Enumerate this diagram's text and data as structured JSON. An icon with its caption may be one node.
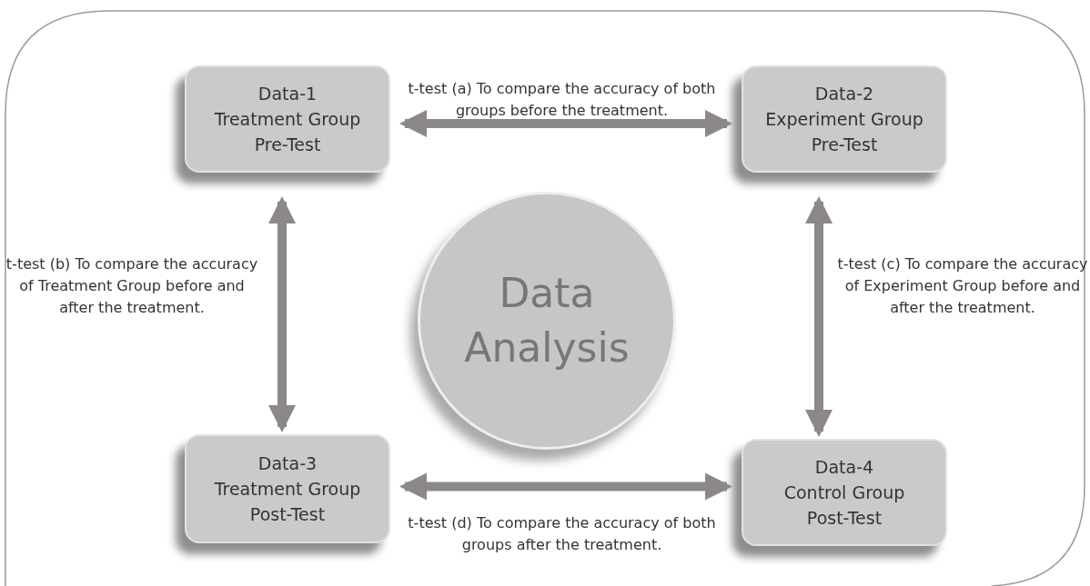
{
  "diagram": {
    "nodes": [
      {
        "text": [
          "Data-1",
          "Treatment Group",
          "Pre-Test"
        ]
      },
      {
        "text": [
          "Data-2",
          "Experiment Group",
          "Pre-Test"
        ]
      },
      {
        "text": [
          "Data Analysis"
        ]
      },
      {
        "text": [
          "Data-3",
          "Treatment Group",
          "Post-Test"
        ]
      },
      {
        "text": [
          "Data-4",
          "Control Group",
          "Post-Test"
        ]
      }
    ],
    "edges": [
      {
        "from": 0,
        "to": 1,
        "arrow": "both",
        "label": "t-test (a) To compare the accuracy of both groups before the treatment."
      },
      {
        "from": 0,
        "to": 3,
        "arrow": "both",
        "label": "t-test (b) To compare the accuracy of Treatment Group before and after the treatment."
      },
      {
        "from": 1,
        "to": 4,
        "arrow": "both",
        "label": "t-test (c) To compare the accuracy of Experiment Group before and after the treatment."
      },
      {
        "from": 3,
        "to": 4,
        "arrow": "both",
        "label": "t-test (d) To compare the accuracy of both groups after the treatment."
      }
    ]
  }
}
